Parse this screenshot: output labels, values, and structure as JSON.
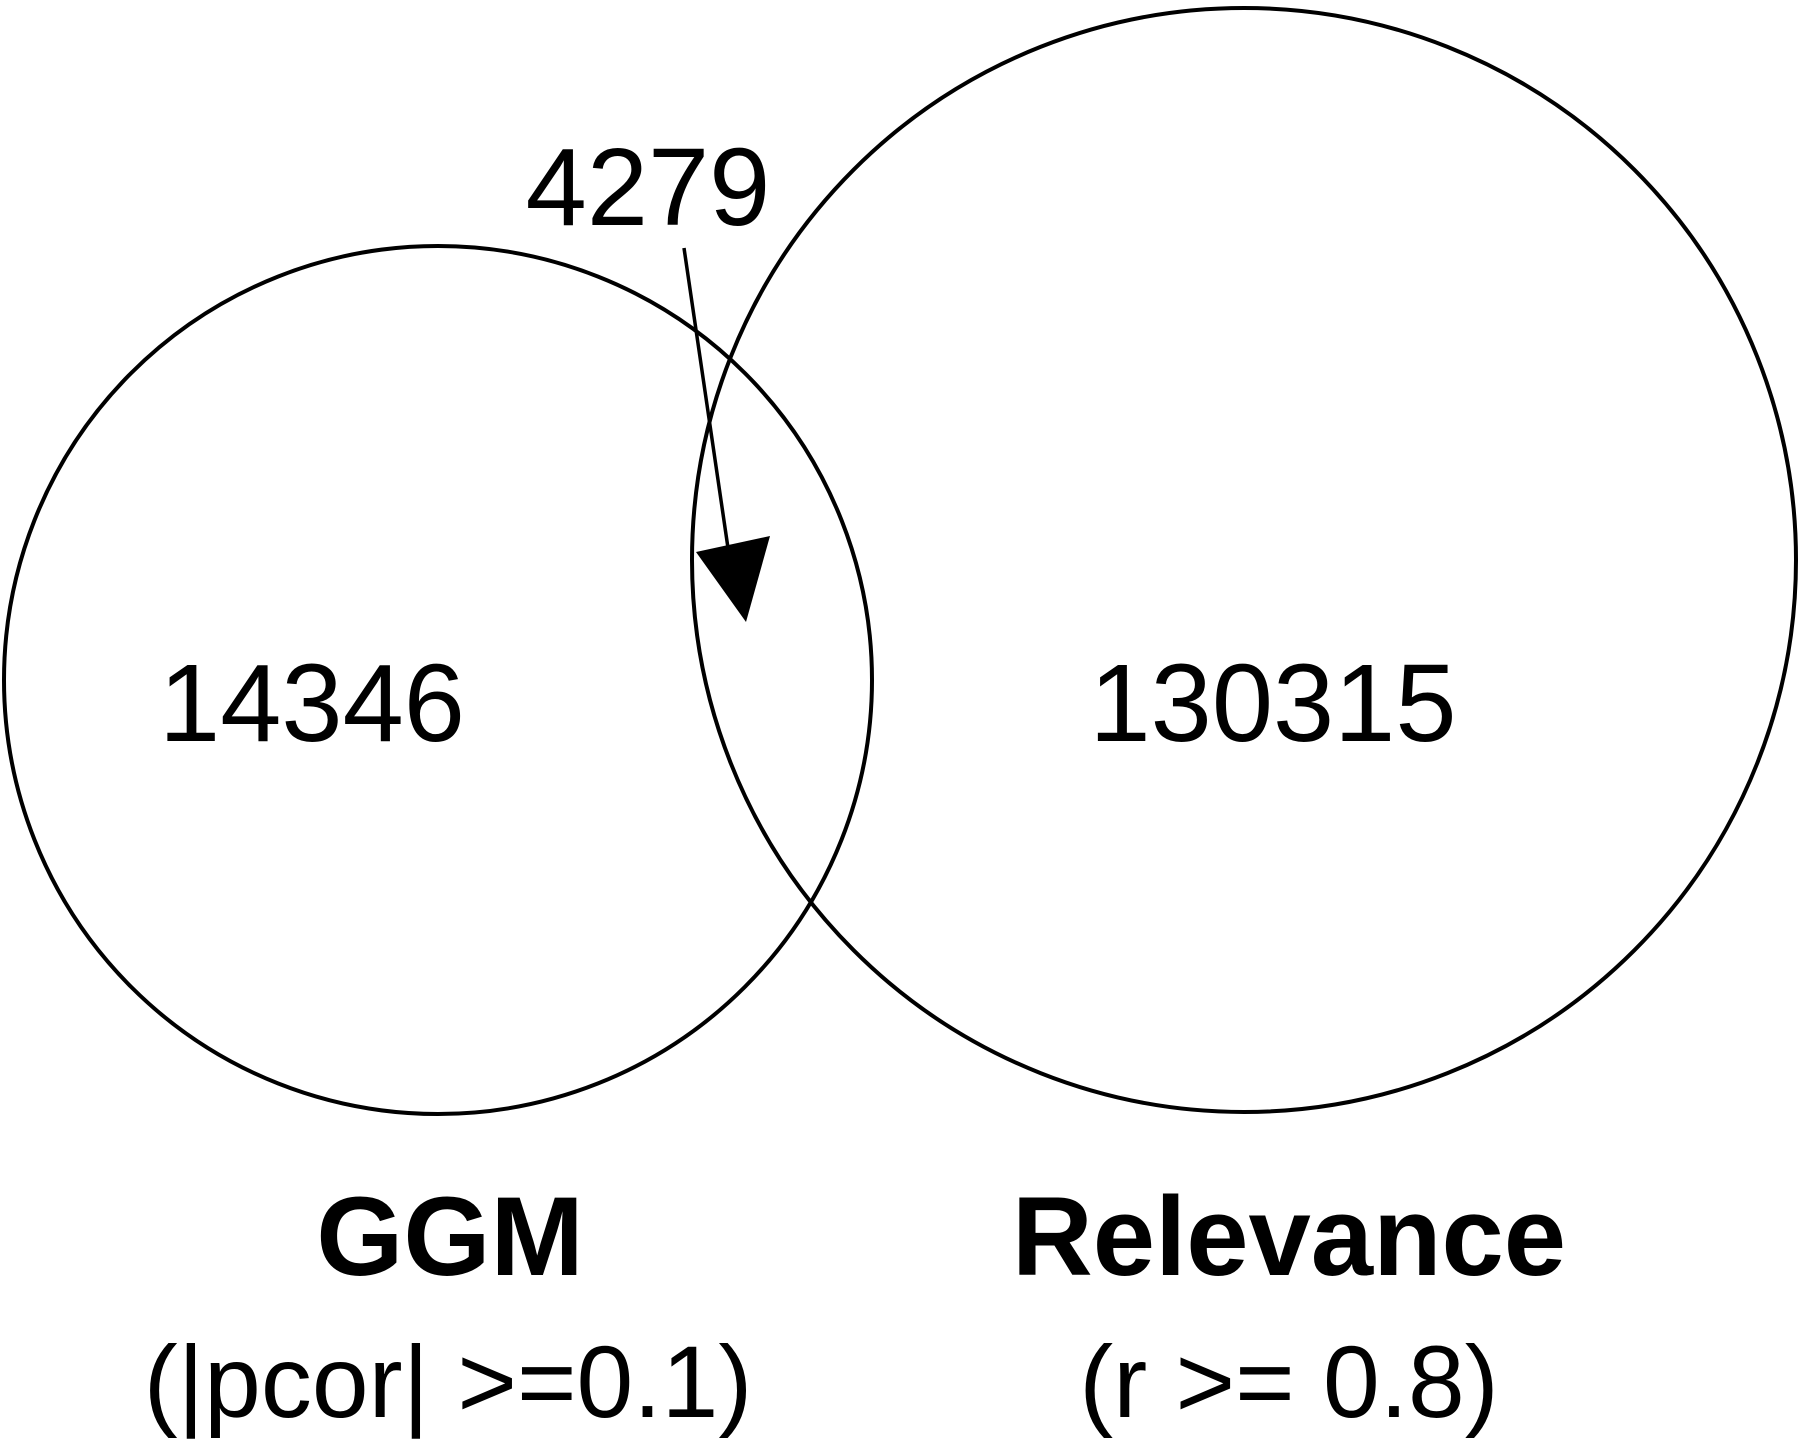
{
  "diagram": {
    "type": "venn",
    "sets": [
      {
        "name": "GGM",
        "criterion": "(|pcor| >=0.1)",
        "only_count": "14346"
      },
      {
        "name": "Relevance",
        "criterion": "(r >= 0.8)",
        "only_count": "130315"
      }
    ],
    "intersection": {
      "count": "4279"
    },
    "colors": {
      "stroke": "#000000",
      "background": "#ffffff"
    }
  }
}
